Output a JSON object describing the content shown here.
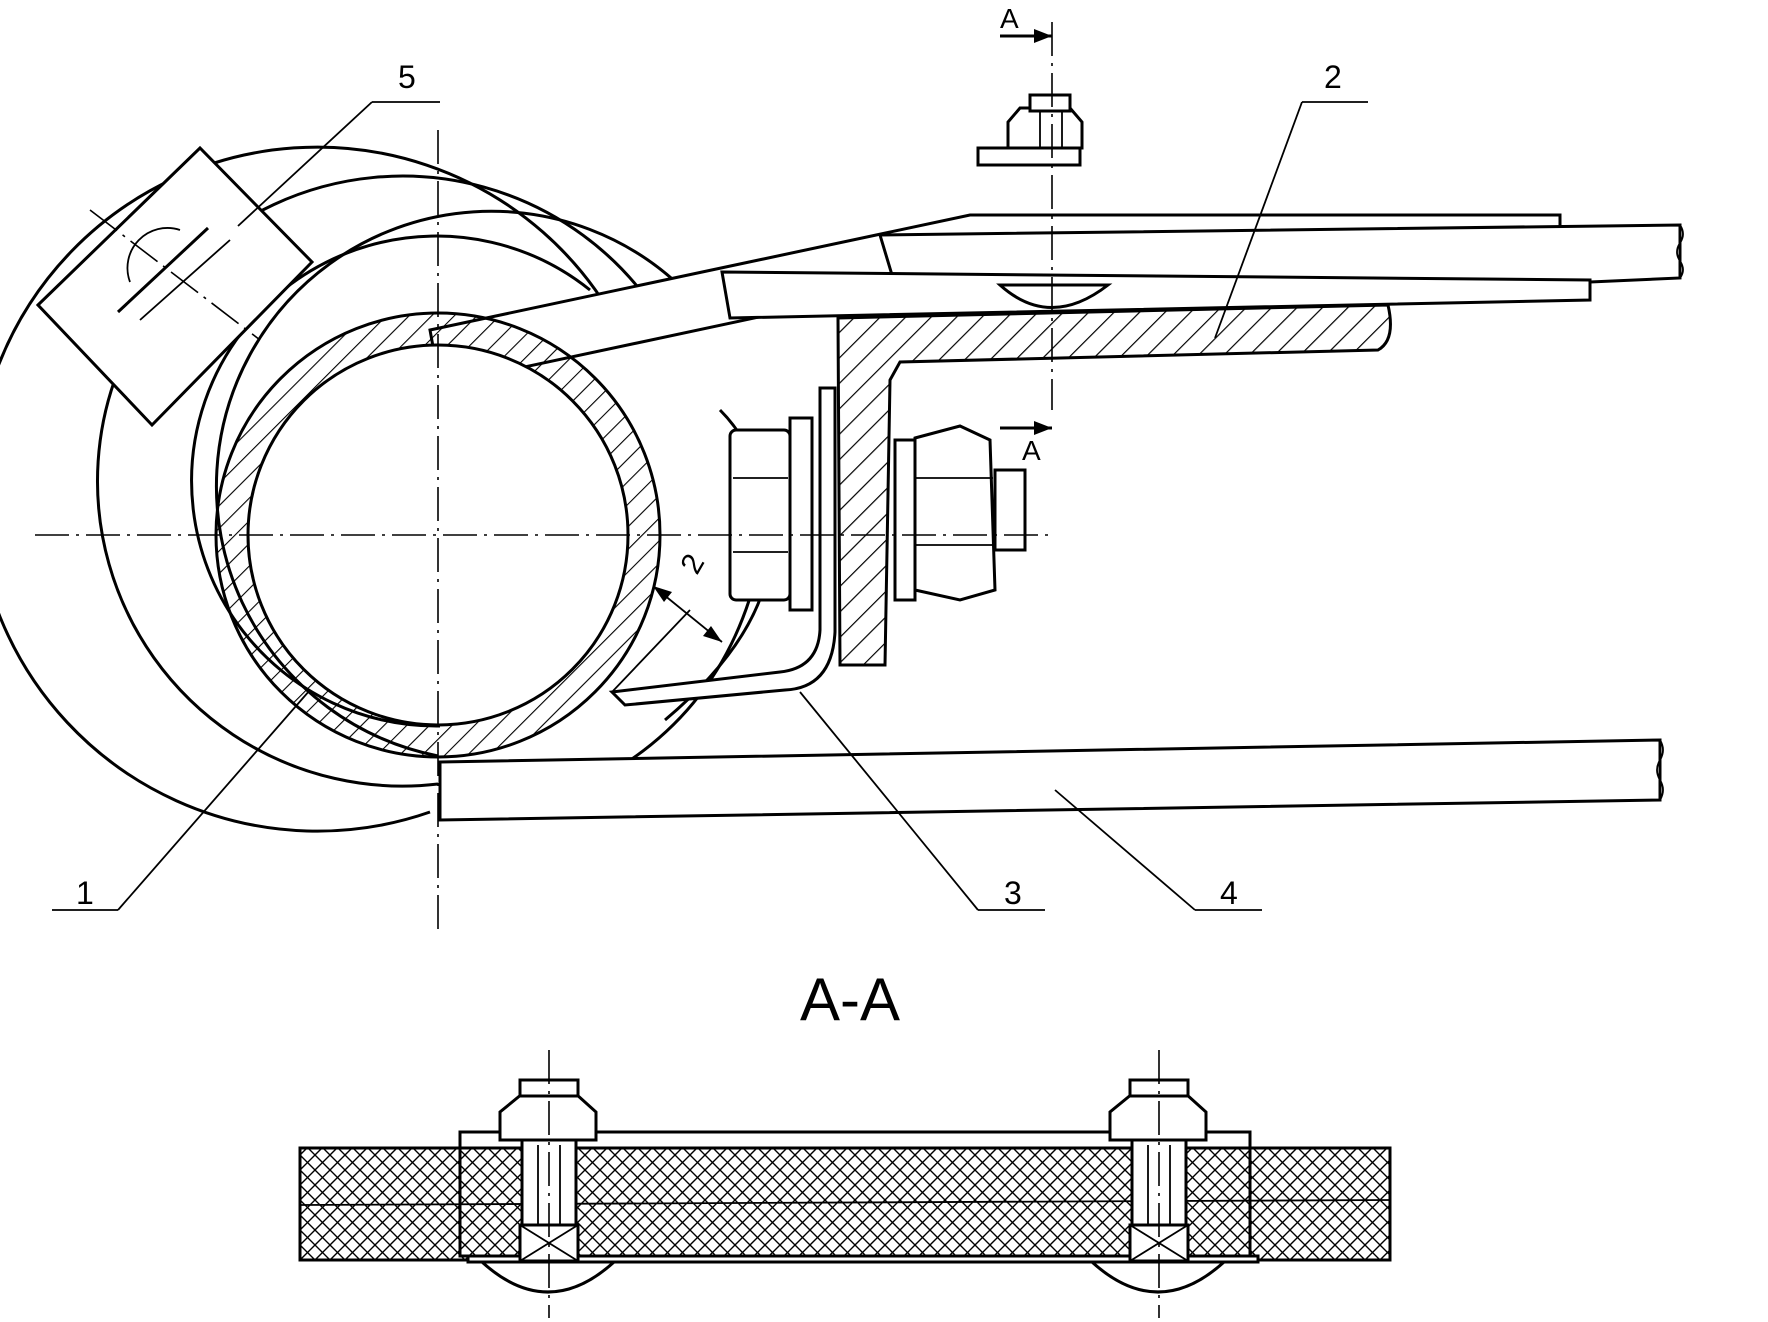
{
  "drawing": {
    "callouts": [
      "1",
      "2",
      "3",
      "4",
      "5"
    ],
    "section_marks": [
      "A",
      "A"
    ],
    "section_title": "A-A",
    "clearance_label": "2"
  },
  "colors": {
    "line": "#000000",
    "background": "#ffffff"
  }
}
